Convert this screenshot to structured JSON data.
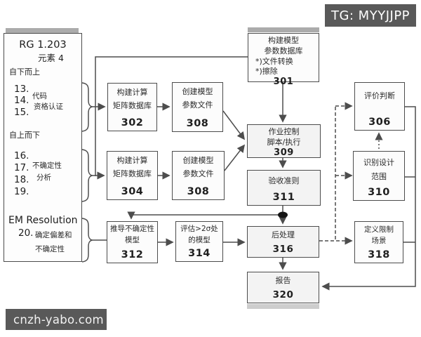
{
  "tag": {
    "label": "TG: MYYJJPP"
  },
  "watermark": {
    "label": "cnzh-yabo.com"
  },
  "panel": {
    "title": "RG 1.203",
    "subtitle": "元素 4",
    "section_bottom_up": "自下而上",
    "item13_num": "13.",
    "item13_text": "代码",
    "item14_num": "14.",
    "item14_text": "资格认证",
    "item15_num": "15.",
    "section_top_down": "自上而下",
    "item16_num": "16.",
    "item17_num": "17.",
    "item17_text": "不确定性",
    "item18_num": "18.",
    "item18_text": "分析",
    "item19_num": "19.",
    "section_em": "EM Resolution",
    "item20_num": "20.",
    "item20_text": "确定偏差和",
    "item20_text2": "不确定性"
  },
  "boxes": {
    "b301": {
      "l1": "构建模型",
      "l2": "参数数据库",
      "l3": "*)文件转换",
      "l4": "*)擦除",
      "num": "301"
    },
    "b302": {
      "l1": "构建计算",
      "l2": "矩阵数据库",
      "num": "302"
    },
    "b304": {
      "l1": "构建计算",
      "l2": "矩阵数据库",
      "num": "304"
    },
    "b308a": {
      "l1": "创建模型",
      "l2": "参数文件",
      "num": "308"
    },
    "b308b": {
      "l1": "创建模型",
      "l2": "参数文件",
      "num": "308"
    },
    "b309": {
      "l1": "作业控制",
      "l2": "脚本/执行",
      "num": "309"
    },
    "b311": {
      "l1": "验收准则",
      "num": "311"
    },
    "b312": {
      "l1": "推导不确定性",
      "l2": "模型",
      "num": "312"
    },
    "b314": {
      "l1": "评估>2σ处",
      "l2": "的模型",
      "num": "314"
    },
    "b316": {
      "l1": "后处理",
      "num": "316"
    },
    "b320": {
      "l1": "报告",
      "num": "320"
    },
    "b306": {
      "l1": "评价判断",
      "num": "306"
    },
    "b310": {
      "l1": "识别设计",
      "l2": "范围",
      "num": "310"
    },
    "b318": {
      "l1": "定义限制",
      "l2": "场景",
      "num": "318"
    }
  },
  "colors": {
    "line": "#4d4d4d",
    "tag_bg": "#595959"
  }
}
